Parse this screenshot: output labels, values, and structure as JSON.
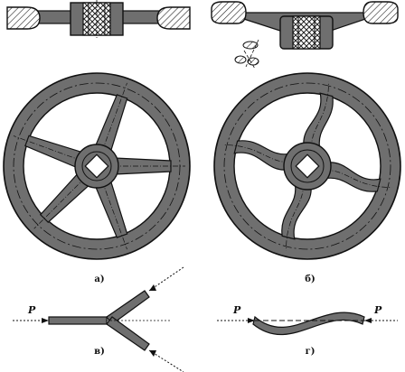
{
  "figure": {
    "panel_labels": [
      "а)",
      "б)",
      "в)",
      "г)"
    ],
    "force_label": "P"
  },
  "colors": {
    "metal": "#6f6f6f",
    "outline": "#111111",
    "background": "#ffffff",
    "hub_light": "#ffffff"
  }
}
